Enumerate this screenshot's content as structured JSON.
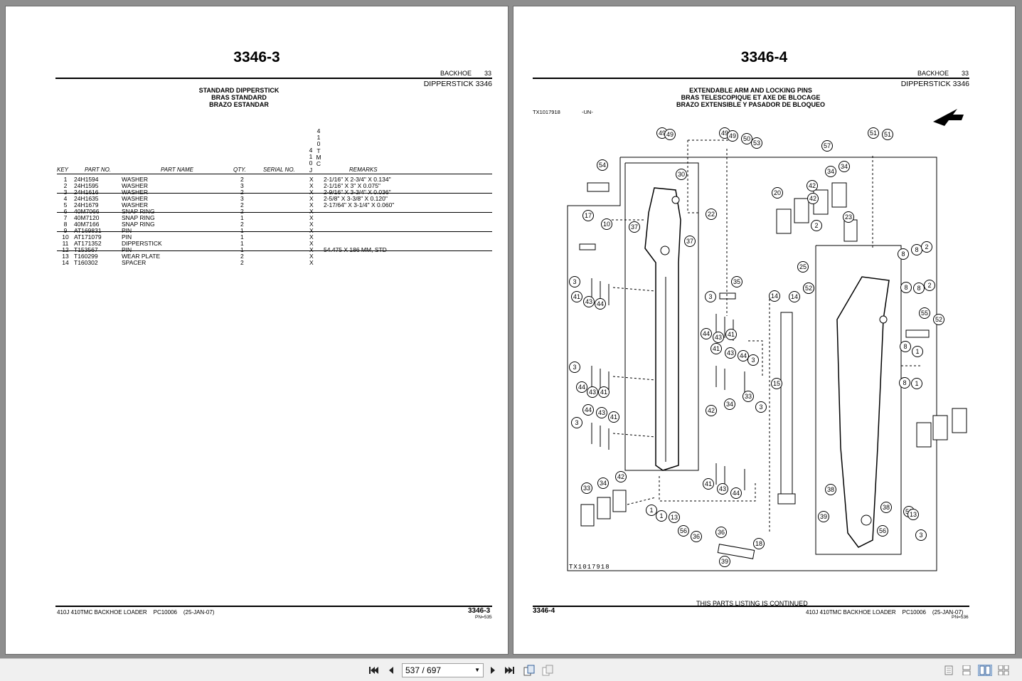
{
  "left_page": {
    "title": "3346-3",
    "section": "BACKHOE",
    "section_no": "33",
    "group": "DIPPERSTICK 3346",
    "subtitles": [
      "STANDARD DIPPERSTICK",
      "BRAS STANDARD",
      "BRAZO ESTANDAR"
    ],
    "columns": {
      "key": "KEY",
      "part_no": "PART NO.",
      "part_name": "PART NAME",
      "qty": "QTY.",
      "serial": "SERIAL NO.",
      "remarks": "REMARKS"
    },
    "model_col1": [
      "4",
      "1",
      "0",
      "J"
    ],
    "model_col2": [
      "4",
      "1",
      "0",
      "T",
      "M",
      "C"
    ],
    "rows": [
      {
        "key": "1",
        "part": "24H1594",
        "name": "WASHER",
        "qty": "2",
        "x": "X",
        "remarks": "2-1/16\" X 2-3/4\" X 0.134\""
      },
      {
        "key": "2",
        "part": "24H1595",
        "name": "WASHER",
        "qty": "3",
        "x": "X",
        "remarks": "2-1/16\" X 3\" X 0.075\""
      },
      {
        "key": "3",
        "part": "24H1616",
        "name": "WASHER",
        "qty": "2",
        "x": "X",
        "remarks": "2-9/16\" X 3-3/4\" X 0.036\""
      },
      {
        "key": "4",
        "part": "24H1635",
        "name": "WASHER",
        "qty": "3",
        "x": "X",
        "remarks": "2-5/8\" X 3-3/8\" X 0.120\""
      },
      {
        "key": "5",
        "part": "24H1679",
        "name": "WASHER",
        "qty": "2",
        "x": "X",
        "remarks": "2-17/64\" X 3-1/4\" X 0.060\""
      },
      {
        "key": "6",
        "part": "40M7066",
        "name": "SNAP RING",
        "qty": "2",
        "x": "X",
        "remarks": ""
      },
      {
        "key": "7",
        "part": "40M7120",
        "name": "SNAP RING",
        "qty": "1",
        "x": "X",
        "remarks": ""
      },
      {
        "key": "8",
        "part": "40M7166",
        "name": "SNAP RING",
        "qty": "2",
        "x": "X",
        "remarks": ""
      },
      {
        "key": "9",
        "part": "AT169831",
        "name": "PIN",
        "qty": "1",
        "x": "X",
        "remarks": ""
      },
      {
        "key": "10",
        "part": "AT171079",
        "name": "PIN",
        "qty": "1",
        "x": "X",
        "remarks": ""
      },
      {
        "key": "11",
        "part": "AT171352",
        "name": "DIPPERSTICK",
        "qty": "1",
        "x": "X",
        "remarks": ""
      },
      {
        "key": "12",
        "part": "T153567",
        "name": "PIN",
        "qty": "1",
        "x": "X",
        "remarks": "54.475 X 186 MM, STD"
      },
      {
        "key": "13",
        "part": "T160299",
        "name": "WEAR PLATE",
        "qty": "2",
        "x": "X",
        "remarks": ""
      },
      {
        "key": "14",
        "part": "T160302",
        "name": "SPACER",
        "qty": "2",
        "x": "X",
        "remarks": ""
      }
    ],
    "footer_model": "410J 410TMC BACKHOE LOADER",
    "footer_pc": "PC10006",
    "footer_date": "(25-JAN-07)",
    "footer_page": "3346-3",
    "footer_pn": "PN=535"
  },
  "right_page": {
    "title": "3346-4",
    "section": "BACKHOE",
    "section_no": "33",
    "group": "DIPPERSTICK 3346",
    "subtitles": [
      "EXTENDABLE ARM AND LOCKING PINS",
      "BRAS TELESCOPIQUE ET AXE DE BLOCAGE",
      "BRAZO EXTENSIBLE Y PASADOR DE BLOQUEO"
    ],
    "figure_id": "TX1017918",
    "figure_tag": "-UN-",
    "figure_stamp": "TX1017918",
    "continued": "THIS PARTS LISTING IS CONTINUED",
    "footer_page": "3346-4",
    "footer_model": "410J 410TMC BACKHOE LOADER",
    "footer_pc": "PC10006",
    "footer_date": "(25-JAN-07)",
    "footer_pn": "PN=536",
    "callouts": [
      "49",
      "49",
      "49",
      "49",
      "50",
      "53",
      "51",
      "51",
      "57",
      "54",
      "30",
      "22",
      "17",
      "10",
      "37",
      "37",
      "20",
      "42",
      "34",
      "34",
      "42",
      "2",
      "23",
      "8",
      "8",
      "2",
      "25",
      "52",
      "8",
      "8",
      "2",
      "3",
      "41",
      "43",
      "44",
      "35",
      "3",
      "14",
      "14",
      "52",
      "44",
      "43",
      "41",
      "41",
      "43",
      "44",
      "3",
      "55",
      "52",
      "8",
      "1",
      "8",
      "1",
      "3",
      "44",
      "43",
      "41",
      "15",
      "42",
      "34",
      "33",
      "3",
      "44",
      "43",
      "41",
      "3",
      "33",
      "34",
      "42",
      "41",
      "43",
      "44",
      "1",
      "1",
      "13",
      "56",
      "36",
      "36",
      "18",
      "39",
      "38",
      "39",
      "38",
      "56",
      "56",
      "13",
      "3"
    ]
  },
  "toolbar": {
    "page_display": "537 / 697",
    "current_page": "537",
    "total_pages": "697"
  },
  "colors": {
    "viewer_bg": "#8e8e8e",
    "toolbar_bg": "#f0f0f0",
    "page_bg": "#ffffff",
    "ink": "#000000"
  }
}
